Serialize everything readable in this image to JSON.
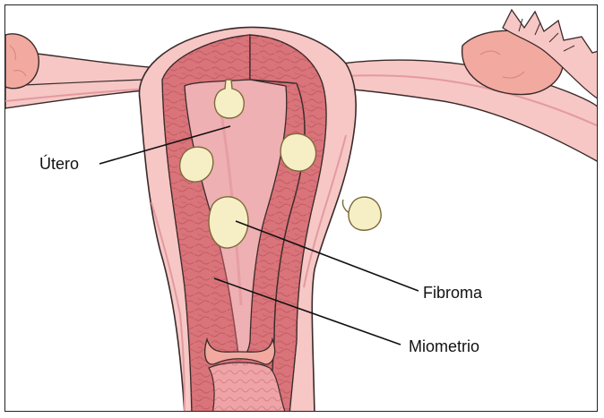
{
  "labels": {
    "utero": "Útero",
    "fibroma": "Fibroma",
    "miometrio": "Miometrio"
  },
  "colors": {
    "outer_tissue": "#f6c7c5",
    "outer_tissue_dark": "#eba9a8",
    "myometrium": "#d9747a",
    "myometrium_texture": "#b9525a",
    "cavity": "#eeb0b3",
    "cavity_shadow": "#e39aa0",
    "fibroid_fill": "#f6efc5",
    "fibroid_stroke": "#7d6a3a",
    "outline": "#3a2a2a",
    "ovary": "#f2a9a0"
  },
  "icons": [
    "uterus-illustration",
    "fibroid-nodule",
    "ovary",
    "fallopian-tube"
  ]
}
